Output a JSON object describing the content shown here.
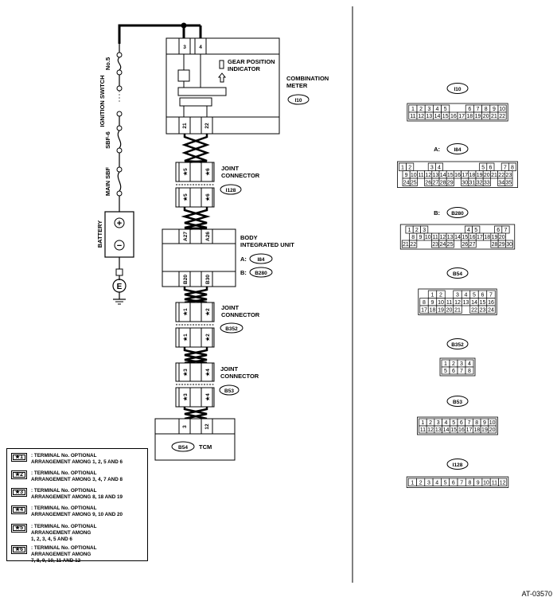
{
  "power": {
    "fuse_no5": "No.5",
    "ignition_switch": "IGNITION SWITCH",
    "sbf6": "SBF-6",
    "main_sbf": "MAIN SBF",
    "battery": "BATTERY",
    "plus": "+",
    "minus": "−",
    "ground": "E"
  },
  "combination_meter": {
    "pin_left": "3",
    "pin_right": "4",
    "indicator_label": "GEAR POSITION\nINDICATOR",
    "name": "COMBINATION\nMETER",
    "connector": "I10",
    "pin_bottom_left": "21",
    "pin_bottom_right": "22"
  },
  "joint_connector_1": {
    "name": "JOINT\nCONNECTOR",
    "connector": "I128",
    "top_left": "★5",
    "top_right": "★6",
    "bottom_left": "★5",
    "bottom_right": "★6"
  },
  "body_integrated_unit": {
    "name": "BODY\nINTEGRATED UNIT",
    "a_label": "A:",
    "a_connector": "I84",
    "b_label": "B:",
    "b_connector": "B280",
    "top_left": "A27",
    "top_right": "A26",
    "bottom_left": "B20",
    "bottom_right": "B30"
  },
  "joint_connector_2": {
    "name": "JOINT\nCONNECTOR",
    "connector": "B352",
    "top_left": "★1",
    "top_right": "★2",
    "bottom_left": "★1",
    "bottom_right": "★2"
  },
  "joint_connector_3": {
    "name": "JOINT\nCONNECTOR",
    "connector": "B53",
    "top_left": "★3",
    "top_right": "★4",
    "bottom_left": "★3",
    "bottom_right": "★4"
  },
  "tcm": {
    "pin_left": "3",
    "pin_right": "12",
    "connector": "B54",
    "name": "TCM"
  },
  "connector_views": {
    "i10": {
      "title": "I10",
      "rows": [
        [
          "1",
          "2",
          "3",
          "4",
          "5",
          "",
          "",
          "6",
          "7",
          "8",
          "9",
          "10"
        ],
        [
          "11",
          "12",
          "13",
          "14",
          "15",
          "16",
          "17",
          "18",
          "19",
          "20",
          "21",
          "22"
        ]
      ]
    },
    "i84": {
      "prefix": "A:",
      "title": "I84",
      "rows": [
        [
          "1",
          "2",
          "",
          "",
          "3",
          "4",
          "",
          "",
          "",
          "",
          "",
          "5",
          "6",
          "",
          "7",
          "8"
        ],
        [
          "9",
          "10",
          "11",
          "12",
          "13",
          "14",
          "15",
          "16",
          "17",
          "18",
          "19",
          "20",
          "21",
          "22",
          "23"
        ],
        [
          "24",
          "25",
          "",
          "26",
          "27",
          "28",
          "29",
          "",
          "30",
          "31",
          "32",
          "33",
          "",
          "34",
          "35"
        ]
      ]
    },
    "b280": {
      "prefix": "B:",
      "title": "B280",
      "rows": [
        [
          "1",
          "2",
          "3",
          "",
          "",
          "",
          "",
          "",
          "4",
          "5",
          "",
          "",
          "6",
          "7"
        ],
        [
          "8",
          "9",
          "10",
          "11",
          "12",
          "13",
          "14",
          "15",
          "16",
          "17",
          "18",
          "19",
          "20"
        ],
        [
          "21",
          "22",
          "",
          "",
          "23",
          "24",
          "25",
          "",
          "26",
          "27",
          "",
          "",
          "28",
          "29",
          "30"
        ]
      ]
    },
    "b54": {
      "title": "B54",
      "rows": [
        [
          "",
          "1",
          "2",
          "",
          "3",
          "4",
          "5",
          "6",
          "7"
        ],
        [
          "8",
          "9",
          "10",
          "11",
          "12",
          "13",
          "14",
          "15",
          "16"
        ],
        [
          "17",
          "18",
          "19",
          "20",
          "21",
          "",
          "22",
          "23",
          "24"
        ]
      ]
    },
    "b352": {
      "title": "B352",
      "rows": [
        [
          "1",
          "2",
          "3",
          "4"
        ],
        [
          "5",
          "6",
          "7",
          "8"
        ]
      ]
    },
    "b53": {
      "title": "B53",
      "rows": [
        [
          "1",
          "2",
          "3",
          "4",
          "5",
          "6",
          "7",
          "8",
          "9",
          "10"
        ],
        [
          "11",
          "12",
          "13",
          "14",
          "15",
          "16",
          "17",
          "18",
          "19",
          "20"
        ]
      ]
    },
    "i128": {
      "title": "I128",
      "rows": [
        [
          "1",
          "2",
          "3",
          "4",
          "5",
          "6",
          "7",
          "8",
          "9",
          "10",
          "11",
          "12"
        ]
      ]
    }
  },
  "legend": [
    {
      "key": "★1",
      "text": ": TERMINAL No. OPTIONAL\nARRANGEMENT AMONG 1, 2, 5 AND 6"
    },
    {
      "key": "★2",
      "text": ": TERMINAL No. OPTIONAL\nARRANGEMENT AMONG 3, 4, 7 AND 8"
    },
    {
      "key": "★3",
      "text": ": TERMINAL No. OPTIONAL\nARRANGEMENT AMONG 8, 18 AND 19"
    },
    {
      "key": "★4",
      "text": ": TERMINAL No. OPTIONAL\nARRANGEMENT AMONG 9, 10 AND 20"
    },
    {
      "key": "★5",
      "text": ": TERMINAL No. OPTIONAL\nARRANGEMENT AMONG\n1, 2, 3, 4, 5 AND 6"
    },
    {
      "key": "★6",
      "text": ": TERMINAL No. OPTIONAL\nARRANGEMENT AMONG\n7, 8, 9, 10, 11 AND 12"
    }
  ],
  "figure_code": "AT-03570"
}
